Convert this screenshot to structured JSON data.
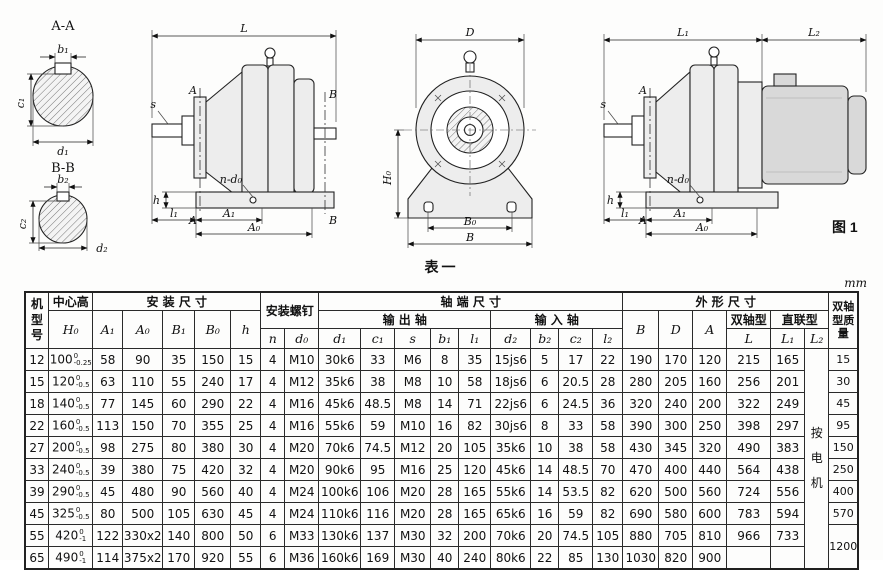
{
  "page": {
    "caption": "表一",
    "unit": "mm",
    "figure_label": "图 1"
  },
  "drawings": {
    "aa": {
      "title": "A-A",
      "b1": "b₁",
      "c1": "c₁",
      "d1": "d₁"
    },
    "bb": {
      "title": "B-B",
      "b2": "b₂",
      "c2": "c₂",
      "d2": "d₂"
    },
    "side": {
      "L": "L",
      "s": "s",
      "h": "h",
      "l1": "l₁",
      "A1": "A₁",
      "A0": "A₀",
      "nd0": "n-d₀",
      "cutA": "A",
      "cutB": "B"
    },
    "front": {
      "D": "D",
      "H0": "H₀",
      "B0": "B₀",
      "B": "B"
    },
    "coupled": {
      "L1": "L₁",
      "L2": "L₂",
      "s": "s",
      "h": "h",
      "l1": "l₁",
      "A1": "A₁",
      "A0": "A₀",
      "nd0": "n-d₀",
      "cutA": "A"
    }
  },
  "table": {
    "header": {
      "model": "机型号",
      "center_height": "中心高",
      "h0": "H₀",
      "mounting": "安 装 尺 寸",
      "mounting_cols": [
        "A₁",
        "A₀",
        "B₁",
        "B₀",
        "h"
      ],
      "screws": "安装螺钉",
      "screw_cols": [
        "n",
        "d₀"
      ],
      "shaft_end": "轴  端  尺  寸",
      "output_shaft": "输 出 轴",
      "output_cols": [
        "d₁",
        "c₁",
        "s",
        "b₁",
        "l₁"
      ],
      "input_shaft": "输 入 轴",
      "input_cols": [
        "d₂",
        "b₂",
        "c₂",
        "l₂"
      ],
      "overall": "外 形 尺 寸",
      "overall_cols": [
        "B",
        "D",
        "A"
      ],
      "double_shaft": "双轴型",
      "double_col": "L",
      "direct": "直联型",
      "direct_cols": [
        "L₁",
        "L₂"
      ],
      "mass": "双轴型质量"
    },
    "l2_note": "按电机",
    "rows": [
      {
        "model": "12",
        "h0": [
          "100",
          "0",
          "-0.25"
        ],
        "cells": [
          "58",
          "90",
          "35",
          "150",
          "15",
          "4",
          "M10",
          "30k6",
          "33",
          "M6",
          "8",
          "35",
          "15js6",
          "5",
          "17",
          "22",
          "190",
          "170",
          "120",
          "215",
          "165"
        ],
        "mass": "15"
      },
      {
        "model": "15",
        "h0": [
          "120",
          "0",
          "-0.5"
        ],
        "cells": [
          "63",
          "110",
          "55",
          "240",
          "17",
          "4",
          "M12",
          "35k6",
          "38",
          "M8",
          "10",
          "58",
          "18js6",
          "6",
          "20.5",
          "28",
          "280",
          "205",
          "160",
          "256",
          "201"
        ],
        "mass": "30"
      },
      {
        "model": "18",
        "h0": [
          "140",
          "0",
          "-0.5"
        ],
        "cells": [
          "77",
          "145",
          "60",
          "290",
          "22",
          "4",
          "M16",
          "45k6",
          "48.5",
          "M8",
          "14",
          "71",
          "22js6",
          "6",
          "24.5",
          "36",
          "320",
          "240",
          "200",
          "322",
          "249"
        ],
        "mass": "45"
      },
      {
        "model": "22",
        "h0": [
          "160",
          "0",
          "-0.5"
        ],
        "cells": [
          "113",
          "150",
          "70",
          "355",
          "25",
          "4",
          "M16",
          "55k6",
          "59",
          "M10",
          "16",
          "82",
          "30js6",
          "8",
          "33",
          "58",
          "390",
          "300",
          "250",
          "398",
          "297"
        ],
        "mass": "95"
      },
      {
        "model": "27",
        "h0": [
          "200",
          "0",
          "-0.5"
        ],
        "cells": [
          "98",
          "275",
          "80",
          "380",
          "30",
          "4",
          "M20",
          "70k6",
          "74.5",
          "M12",
          "20",
          "105",
          "35k6",
          "10",
          "38",
          "58",
          "430",
          "345",
          "320",
          "490",
          "383"
        ],
        "mass": "150"
      },
      {
        "model": "33",
        "h0": [
          "240",
          "0",
          "-0.5"
        ],
        "cells": [
          "39",
          "380",
          "75",
          "420",
          "32",
          "4",
          "M20",
          "90k6",
          "95",
          "M16",
          "25",
          "120",
          "45k6",
          "14",
          "48.5",
          "70",
          "470",
          "400",
          "440",
          "564",
          "438"
        ],
        "mass": "250"
      },
      {
        "model": "39",
        "h0": [
          "290",
          "0",
          "-0.5"
        ],
        "cells": [
          "45",
          "480",
          "90",
          "560",
          "40",
          "4",
          "M24",
          "100k6",
          "106",
          "M20",
          "28",
          "165",
          "55k6",
          "14",
          "53.5",
          "82",
          "620",
          "500",
          "560",
          "724",
          "556"
        ],
        "mass": "400"
      },
      {
        "model": "45",
        "h0": [
          "325",
          "0",
          "-0.5"
        ],
        "cells": [
          "80",
          "500",
          "105",
          "630",
          "45",
          "4",
          "M24",
          "110k6",
          "116",
          "M20",
          "28",
          "165",
          "65k6",
          "16",
          "59",
          "82",
          "690",
          "580",
          "600",
          "783",
          "594"
        ],
        "mass": "570"
      },
      {
        "model": "55",
        "h0": [
          "420",
          "0",
          "-1"
        ],
        "cells": [
          "122",
          "330x2",
          "140",
          "800",
          "50",
          "6",
          "M33",
          "130k6",
          "137",
          "M30",
          "32",
          "200",
          "70k6",
          "20",
          "74.5",
          "105",
          "880",
          "705",
          "810",
          "966",
          "733"
        ],
        "mass": "1200",
        "mass_rowspan": 2
      },
      {
        "model": "65",
        "h0": [
          "490",
          "0",
          "-1"
        ],
        "cells": [
          "114",
          "375x2",
          "170",
          "920",
          "55",
          "6",
          "M36",
          "160k6",
          "169",
          "M30",
          "40",
          "240",
          "80k6",
          "22",
          "85",
          "130",
          "1030",
          "820",
          "900",
          "",
          ""
        ]
      }
    ]
  }
}
